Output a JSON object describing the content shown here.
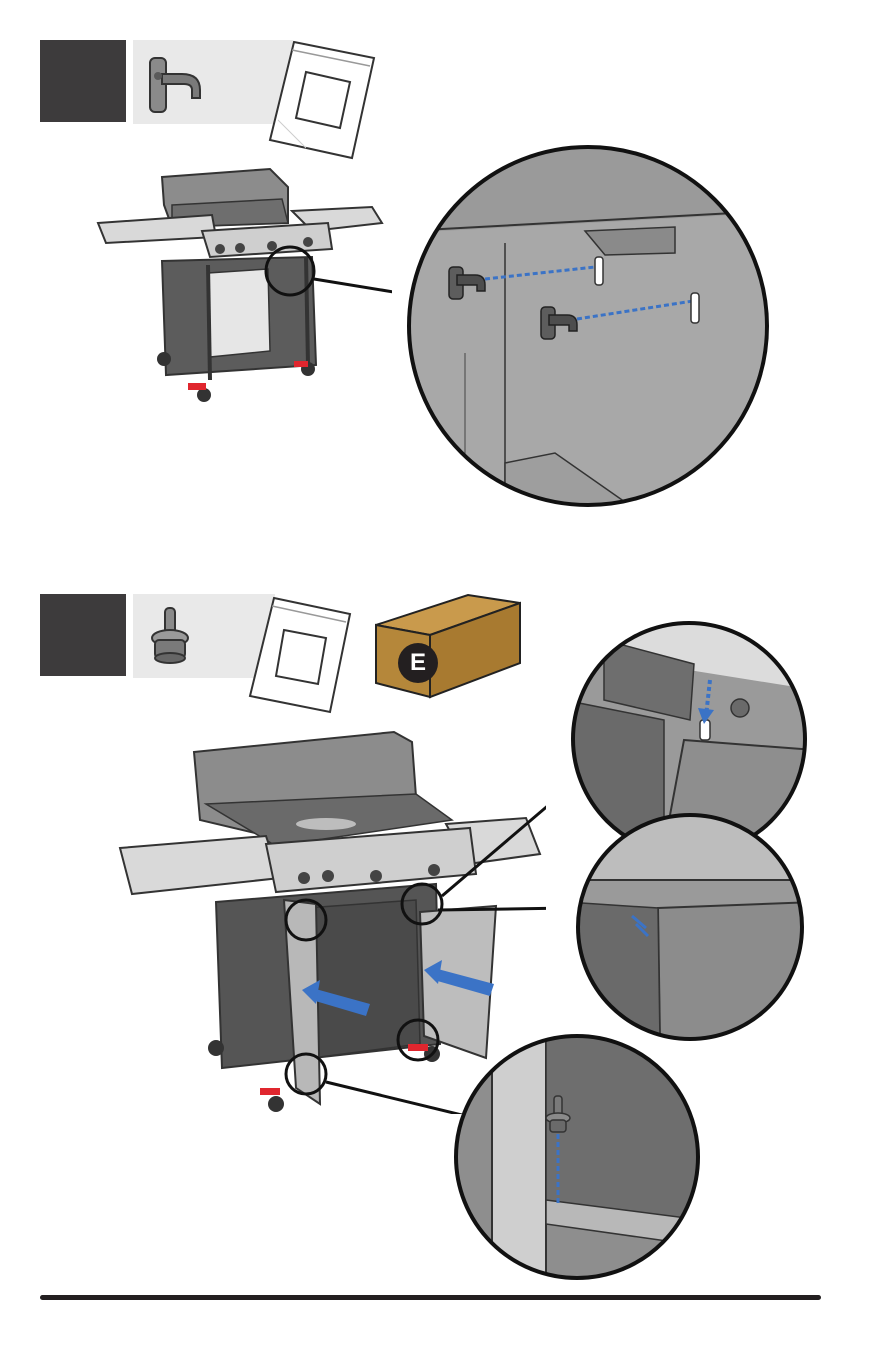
{
  "steps": [
    {
      "parts": [
        "hook-icon",
        "hardware-bag-icon"
      ],
      "detail": "hooks-inserted-into-slots"
    },
    {
      "parts": [
        "bolt-icon",
        "hardware-bag-icon",
        "box-icon"
      ],
      "box_label": "E",
      "detail": "doors-attached-to-cart"
    }
  ],
  "colors": {
    "badge": "#3d3b3c",
    "panel": "#e9e9e9",
    "box": "#b5873a",
    "arrow": "#3b73c6",
    "caster_brake": "#e0262e"
  }
}
